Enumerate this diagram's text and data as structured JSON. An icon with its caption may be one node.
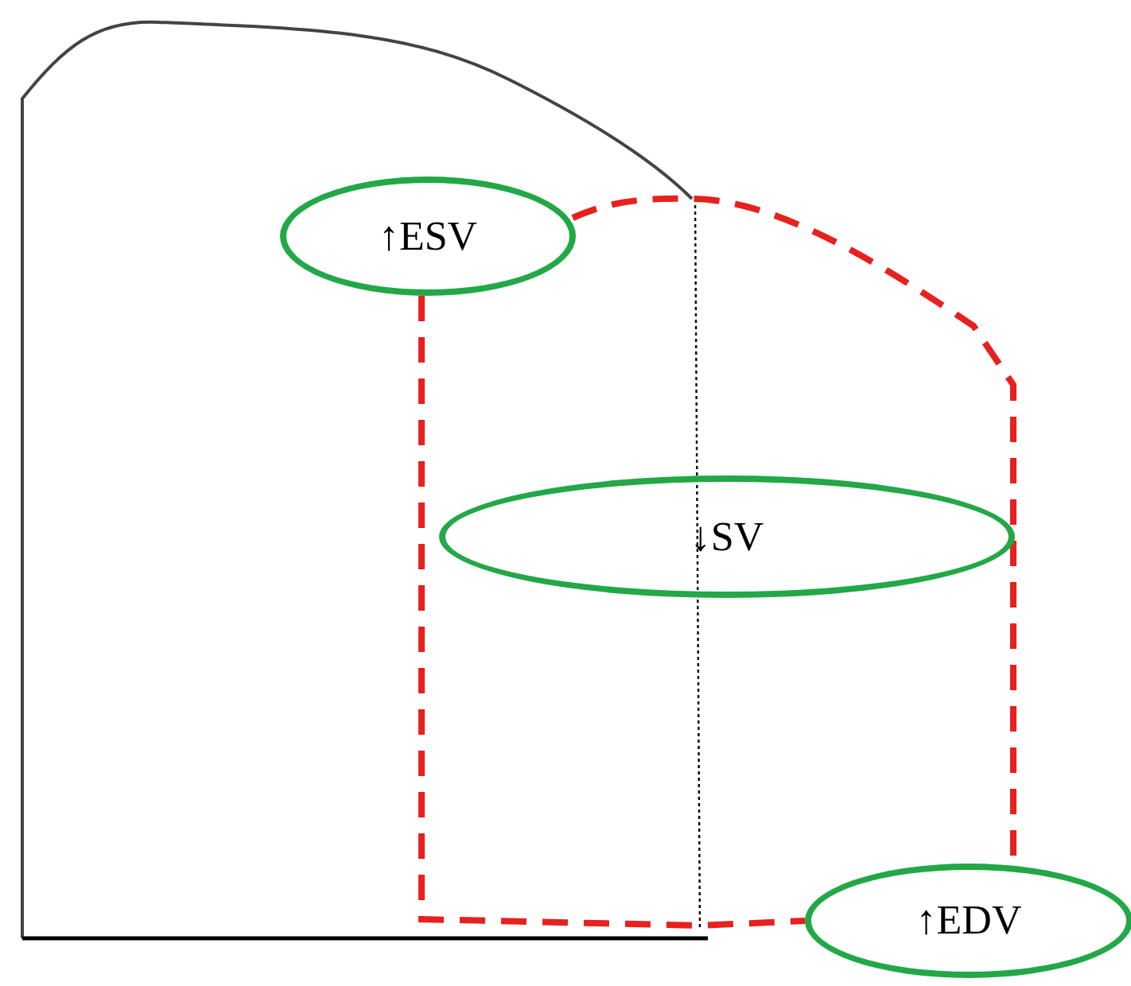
{
  "diagram": {
    "nodes": [
      {
        "text": [
          "↑ESV"
        ]
      },
      {
        "text": [
          "↓SV"
        ]
      },
      {
        "text": [
          "↑EDV"
        ]
      }
    ],
    "edges": [
      {
        "from": 0,
        "to": 2,
        "arrow": "none",
        "style": "dashed",
        "color": "#e8201e"
      },
      {
        "from": 0,
        "to": 2,
        "arrow": "none",
        "style": "dashed",
        "color": "#e8201e"
      }
    ]
  }
}
